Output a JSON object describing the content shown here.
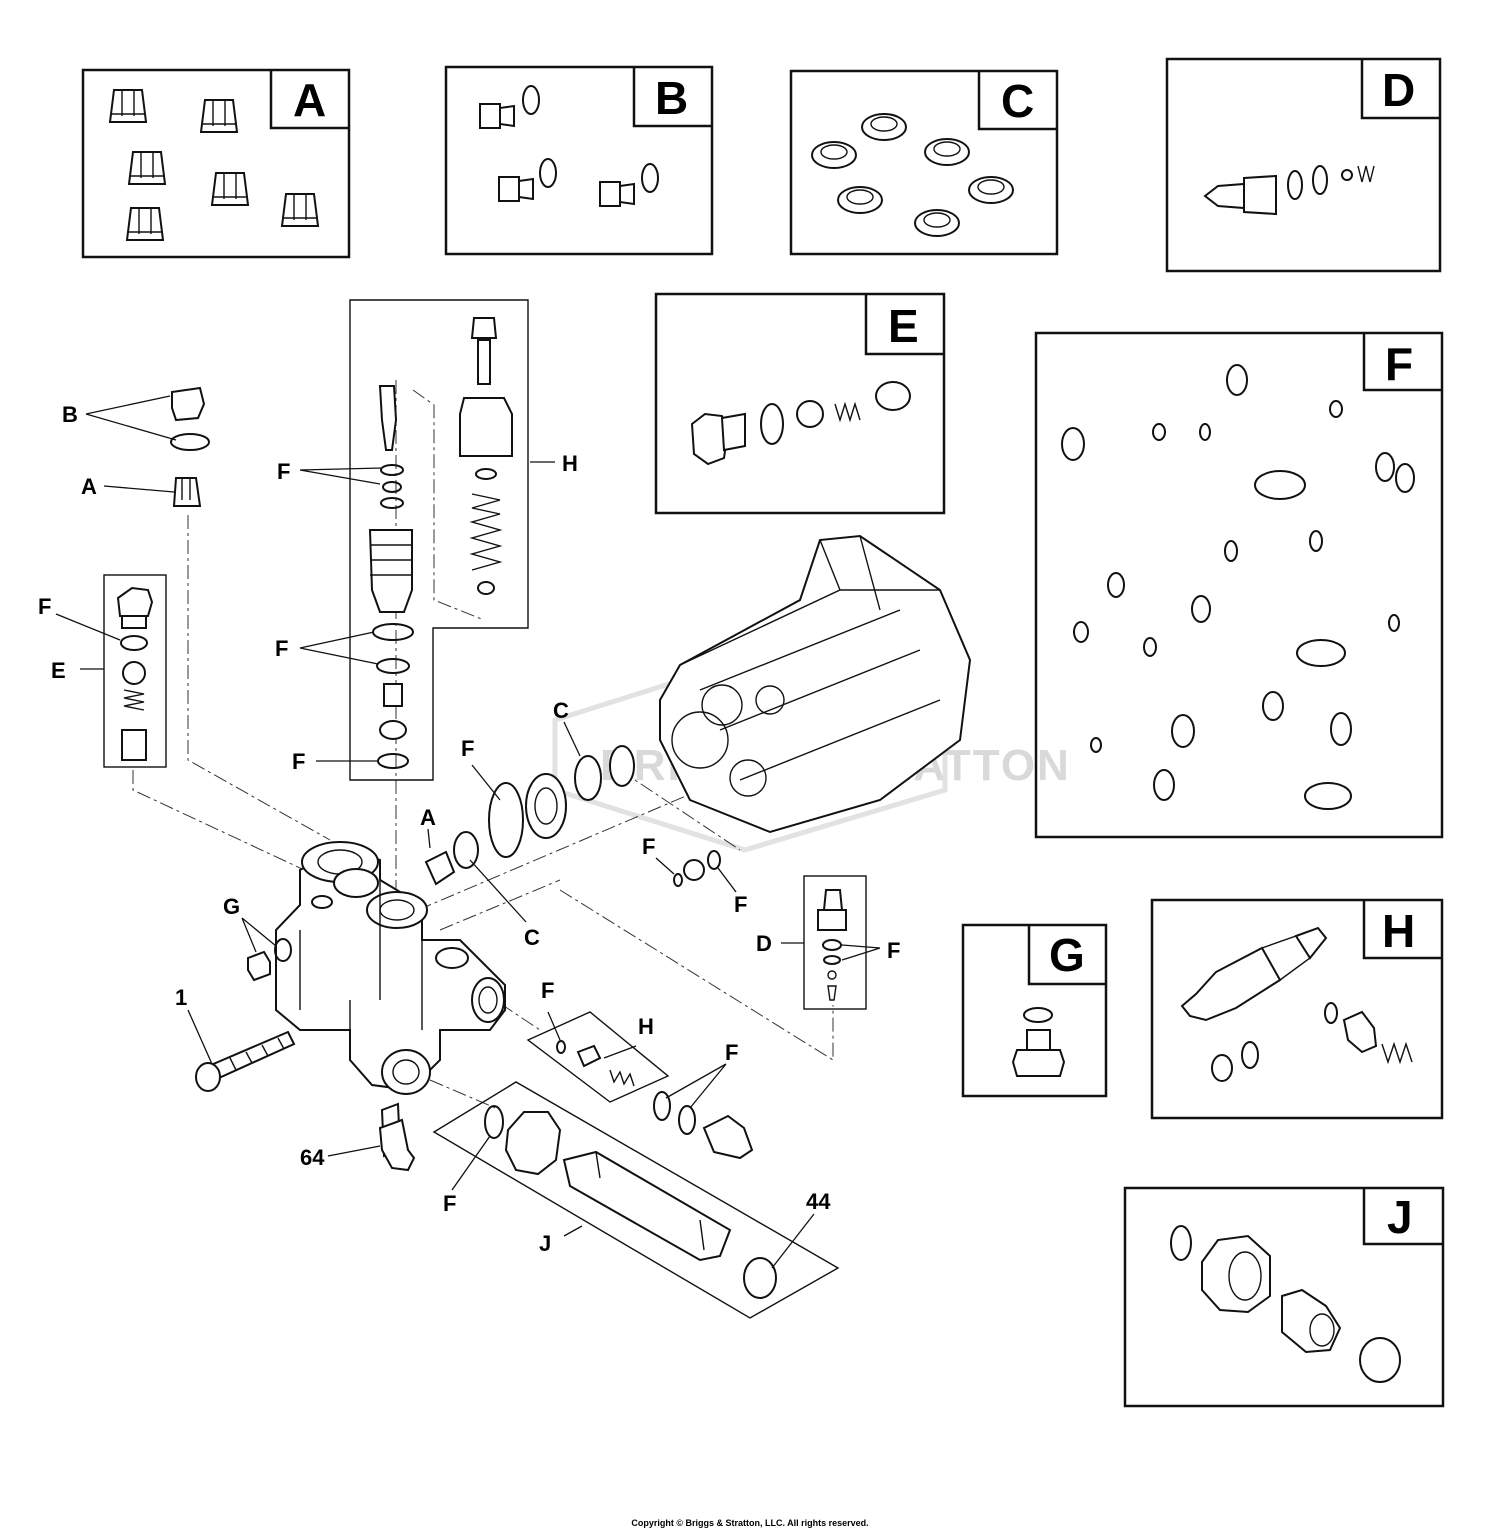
{
  "kits": {
    "a": {
      "letter": "A"
    },
    "b": {
      "letter": "B"
    },
    "c": {
      "letter": "C"
    },
    "d": {
      "letter": "D"
    },
    "e": {
      "letter": "E"
    },
    "f": {
      "letter": "F"
    },
    "g": {
      "letter": "G"
    },
    "h": {
      "letter": "H"
    },
    "j": {
      "letter": "J"
    }
  },
  "callouts": {
    "b": "B",
    "a": "A",
    "f": "F",
    "e": "E",
    "h": "H",
    "c": "C",
    "g": "G",
    "d": "D",
    "j": "J",
    "one": "1",
    "sixty_four": "64",
    "forty_four": "44"
  },
  "watermark": "BRIGGS&STRATTON",
  "copyright": "Copyright © Briggs & Stratton, LLC. All rights reserved."
}
